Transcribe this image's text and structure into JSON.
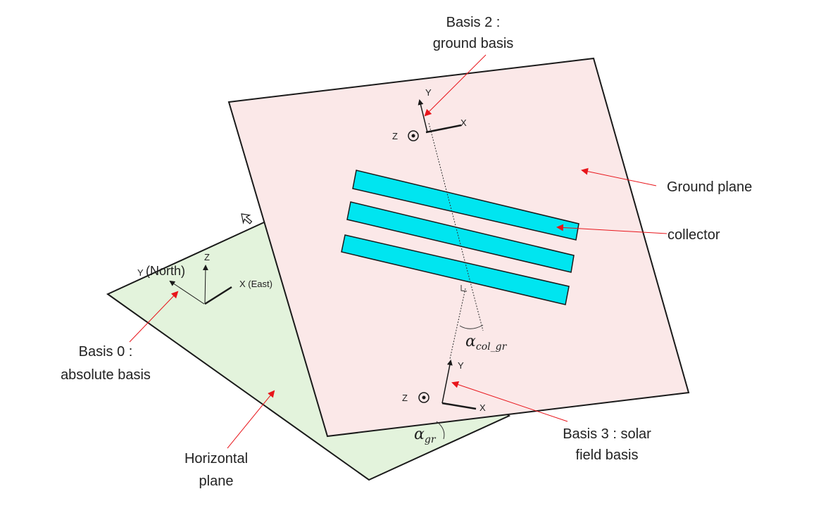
{
  "colors": {
    "horizontal_plane_fill": "#e3f3dc",
    "ground_plane_fill": "#fbe8e8",
    "collector_fill": "#00e5f0",
    "pointer_arrow": "#e8151b",
    "stroke": "#1a1a1a"
  },
  "labels": {
    "basis2_line1": "Basis 2 :",
    "basis2_line2": "ground basis",
    "ground_plane": "Ground plane",
    "collector": "collector",
    "basis0_line1": "Basis 0 :",
    "basis0_line2": "absolute basis",
    "horizontal_line1": "Horizontal",
    "horizontal_line2": "plane",
    "basis3_line1": "Basis 3 : solar",
    "basis3_line2": "field basis"
  },
  "axes": {
    "basis2": {
      "y": "Y",
      "x": "X",
      "z": "Z"
    },
    "basis3": {
      "y": "Y",
      "x": "X",
      "z": "Z"
    },
    "basis0": {
      "y": "Y",
      "north": "(North)",
      "z": "Z",
      "x": "X (East)"
    }
  },
  "angles": {
    "alpha_col_gr_symbol": "α",
    "alpha_col_gr_sub": "col_gr",
    "alpha_gr_symbol": "α",
    "alpha_gr_sub": "gr"
  },
  "icons": {
    "dot_symbol": "circled-dot-icon",
    "cursor": "cursor-arrow-icon"
  }
}
